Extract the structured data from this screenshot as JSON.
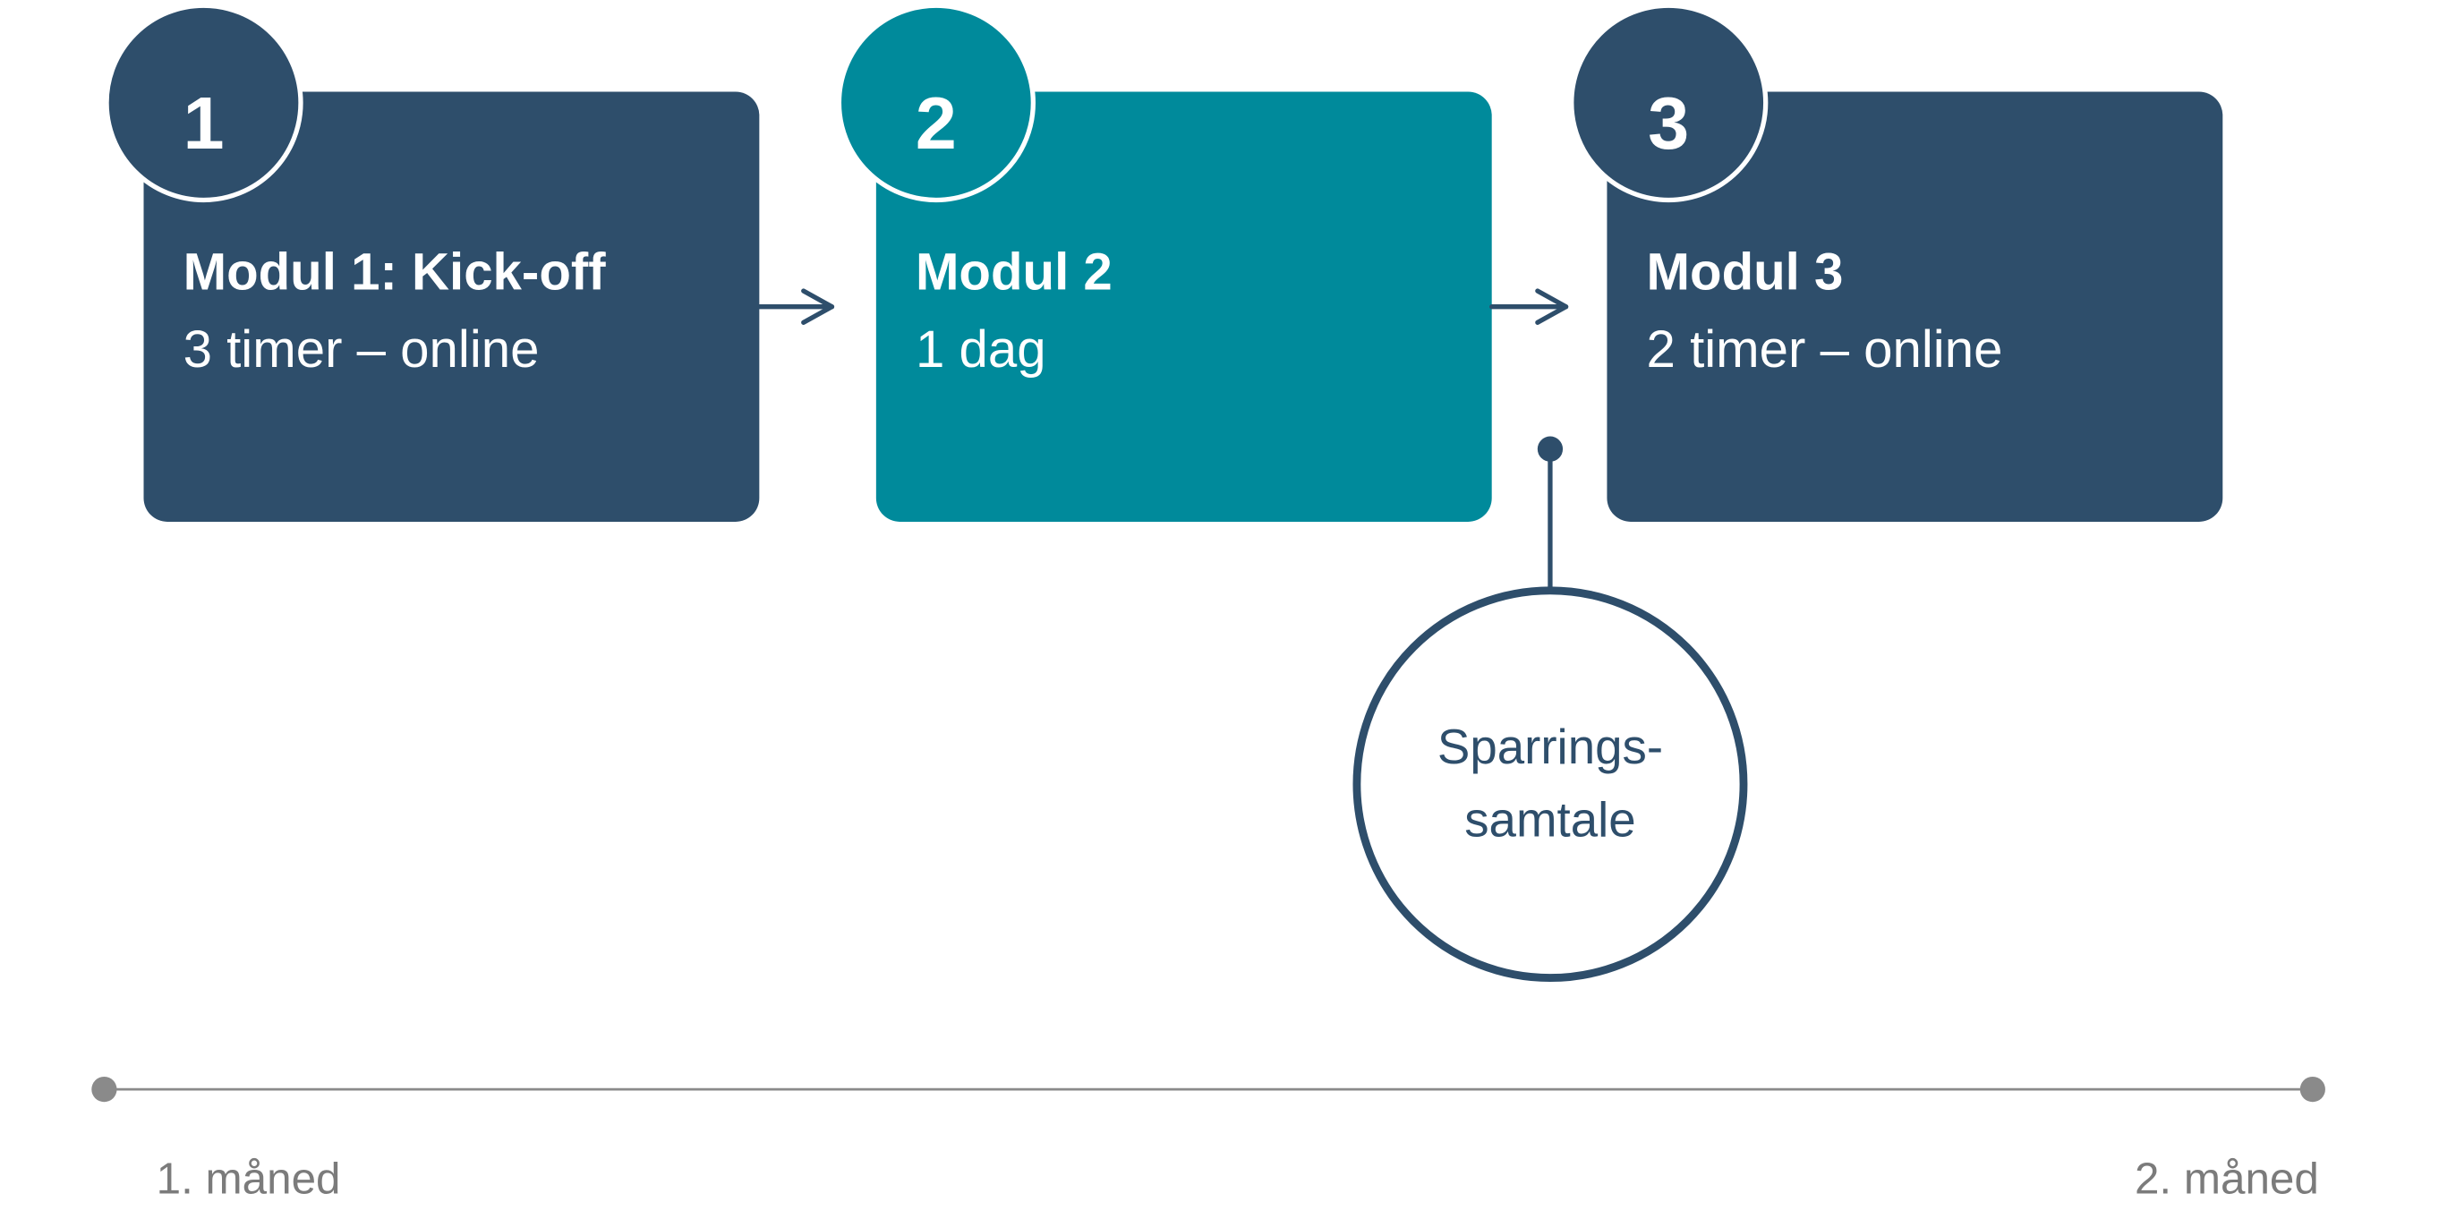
{
  "colors": {
    "navy": "#2e4e6b",
    "teal": "#008a9b",
    "white": "#ffffff",
    "timeline_gray": "#8a8a8a",
    "label_gray": "#7b7b7b"
  },
  "modules": [
    {
      "number": "1",
      "title": "Modul 1: Kick-off",
      "subtitle": "3 timer – online",
      "color": "#2e4e6b"
    },
    {
      "number": "2",
      "title": "Modul 2",
      "subtitle": "1 dag",
      "color": "#008a9b"
    },
    {
      "number": "3",
      "title": "Modul 3",
      "subtitle": "2 timer – online",
      "color": "#2e4e6b"
    }
  ],
  "sparring": {
    "label": "Sparrings-\nsamtale"
  },
  "timeline": {
    "start_label": "1. måned",
    "end_label": "2. måned"
  }
}
